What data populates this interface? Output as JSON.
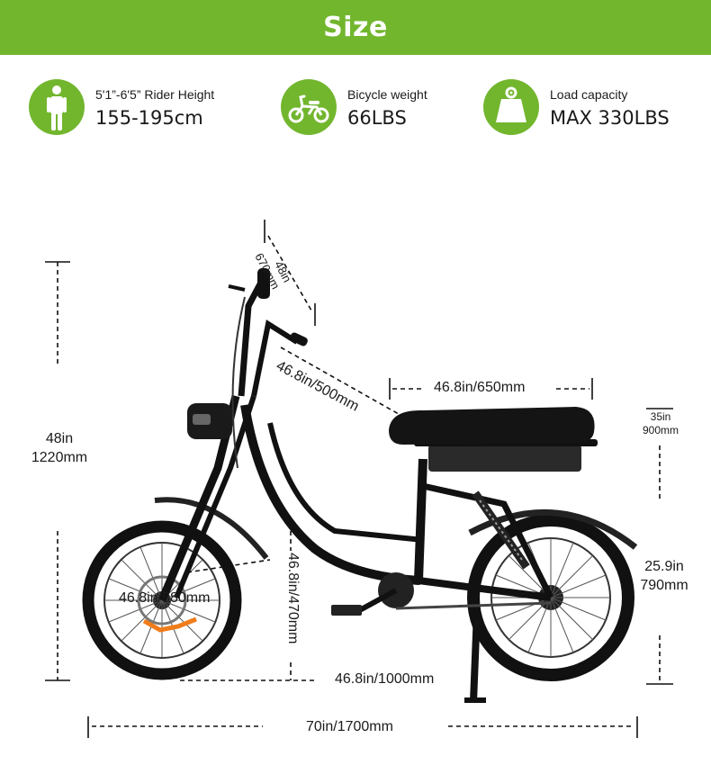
{
  "header": {
    "title": "Size"
  },
  "specs": [
    {
      "icon": "person-icon",
      "label": "5'1”-6'5” Rider Height",
      "value": "155-195cm"
    },
    {
      "icon": "bicycle-icon",
      "label": "Bicycle weight",
      "value": "66LBS"
    },
    {
      "icon": "weight-icon",
      "label": "Load capacity",
      "value": "MAX 330LBS"
    }
  ],
  "dimensions": {
    "overall_height": {
      "imperial": "48in",
      "metric": "1220mm"
    },
    "handlebar": {
      "imperial": "48in",
      "metric": "670mm"
    },
    "reach": "46.8in/500mm",
    "seat_length": "46.8in/650mm",
    "seat_height": {
      "imperial": "35in",
      "metric": "900mm"
    },
    "rear_height": {
      "imperial": "25.9in",
      "metric": "790mm"
    },
    "wheel": "46.8in/580mm",
    "frame_height": "46.8in/470mm",
    "wheelbase": "46.8in/1000mm",
    "overall_length": "70in/1700mm"
  },
  "colors": {
    "brand_green": "#72b62e",
    "frame": "#1a1a1a",
    "accent_orange": "#f07c1a"
  }
}
